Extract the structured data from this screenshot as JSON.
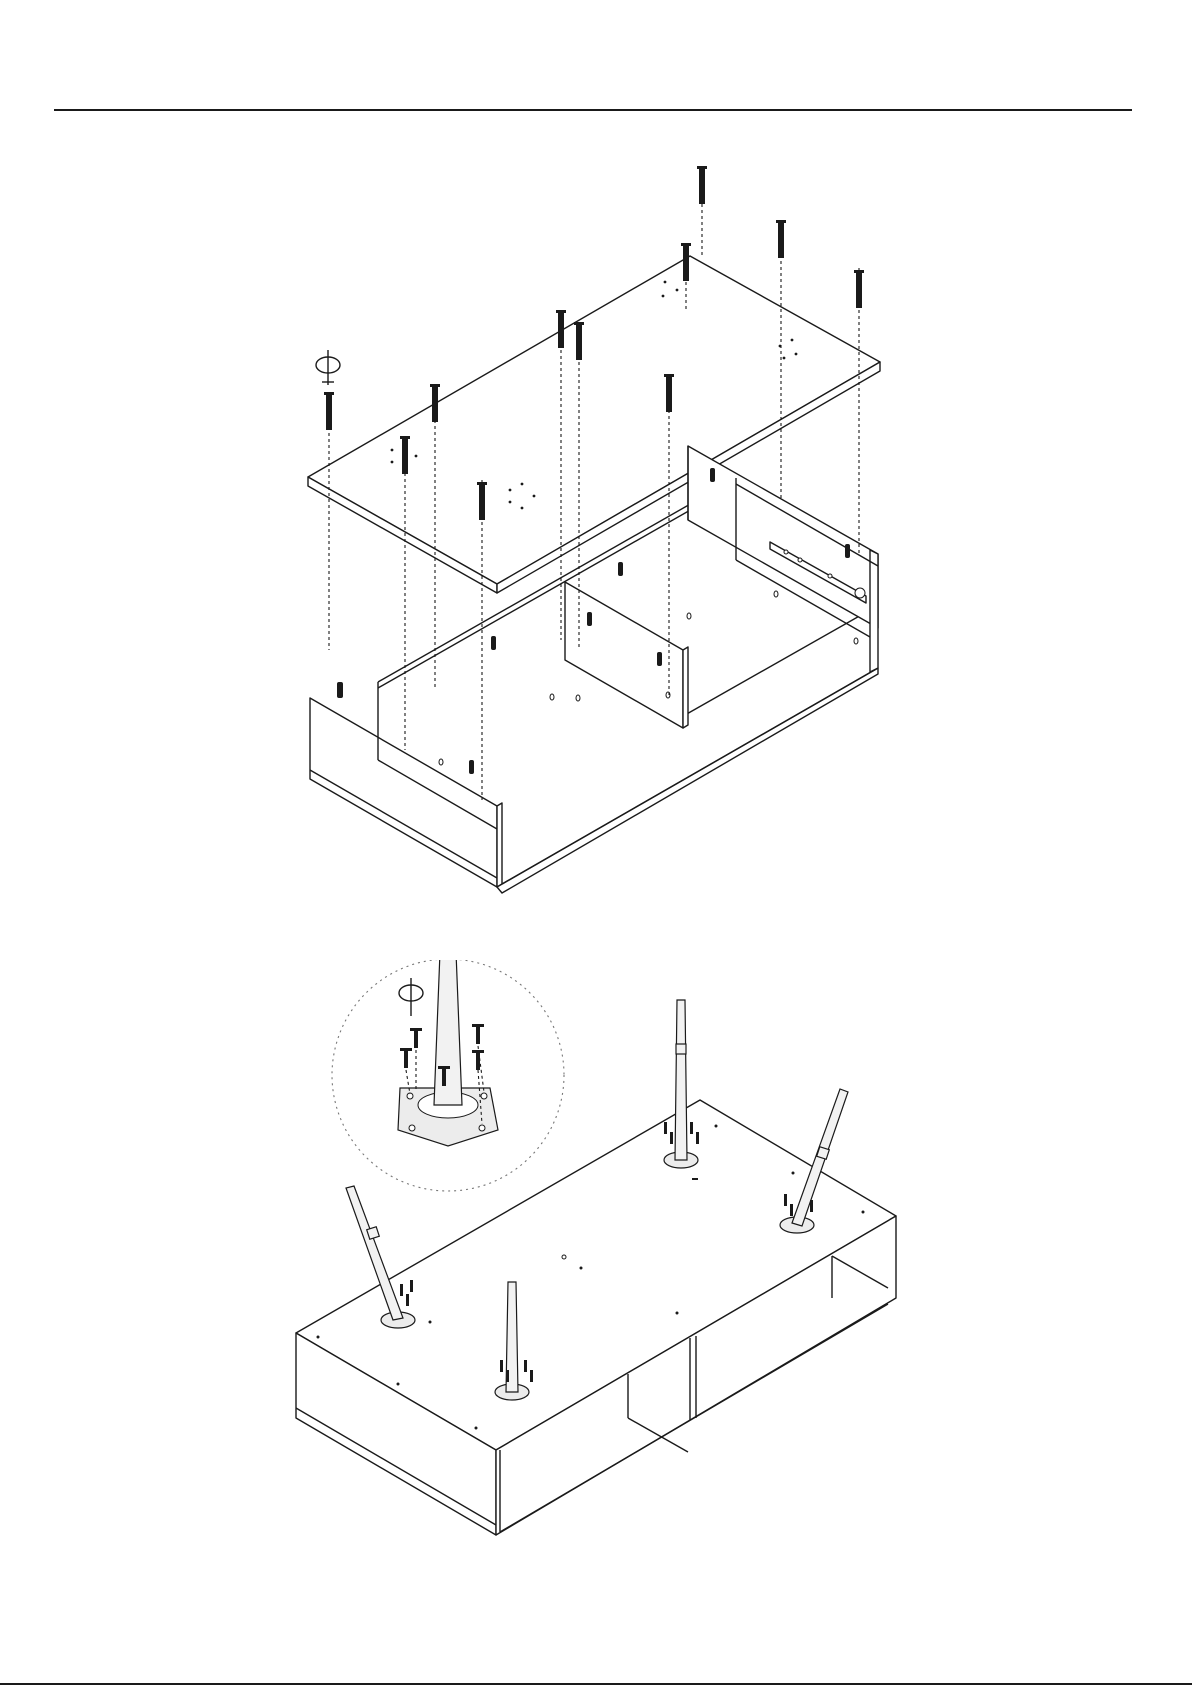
{
  "document": {
    "step_upper": {
      "panel": "top-panel",
      "parts": [
        "long-screw",
        "screwdriver",
        "wooden-dowel",
        "drawer-runner",
        "cabinet-carcass"
      ]
    },
    "step_lower": {
      "parts": [
        "tapered-leg",
        "leg-mounting-plate",
        "short-screw",
        "screwdriver",
        "detail-magnifier"
      ],
      "leg_count": 4,
      "screws_per_leg": 4
    }
  }
}
